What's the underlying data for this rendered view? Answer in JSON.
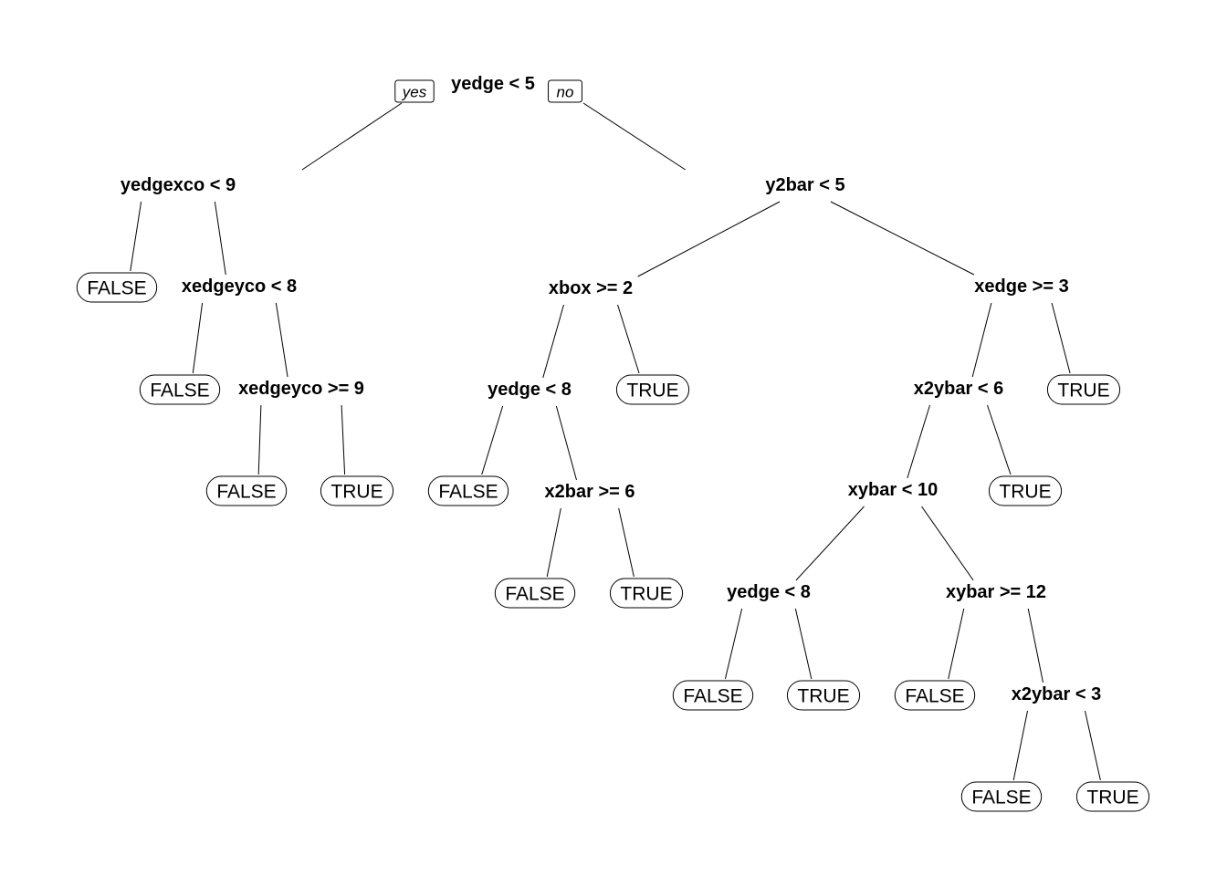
{
  "tree": {
    "root": {
      "label": "yedge < 5",
      "yes_label": "yes",
      "no_label": "no",
      "left": {
        "label": "yedgexco < 9",
        "left": {
          "leaf": "FALSE"
        },
        "right": {
          "label": "xedgeyco < 8",
          "left": {
            "leaf": "FALSE"
          },
          "right": {
            "label": "xedgeyco >= 9",
            "left": {
              "leaf": "FALSE"
            },
            "right": {
              "leaf": "TRUE"
            }
          }
        }
      },
      "right": {
        "label": "y2bar < 5",
        "left": {
          "label": "xbox >= 2",
          "left": {
            "label": "yedge < 8",
            "left": {
              "leaf": "FALSE"
            },
            "right": {
              "label": "x2bar >= 6",
              "left": {
                "leaf": "FALSE"
              },
              "right": {
                "leaf": "TRUE"
              }
            }
          },
          "right": {
            "leaf": "TRUE"
          }
        },
        "right": {
          "label": "xedge >= 3",
          "left": {
            "label": "x2ybar < 6",
            "left": {
              "label": "xybar < 10",
              "left": {
                "label": "yedge < 8",
                "left": {
                  "leaf": "FALSE"
                },
                "right": {
                  "leaf": "TRUE"
                }
              },
              "right": {
                "label": "xybar >= 12",
                "left": {
                  "leaf": "FALSE"
                },
                "right": {
                  "label": "x2ybar < 3",
                  "left": {
                    "leaf": "FALSE"
                  },
                  "right": {
                    "leaf": "TRUE"
                  }
                }
              }
            },
            "right": {
              "leaf": "TRUE"
            }
          },
          "right": {
            "leaf": "TRUE"
          }
        }
      }
    }
  }
}
